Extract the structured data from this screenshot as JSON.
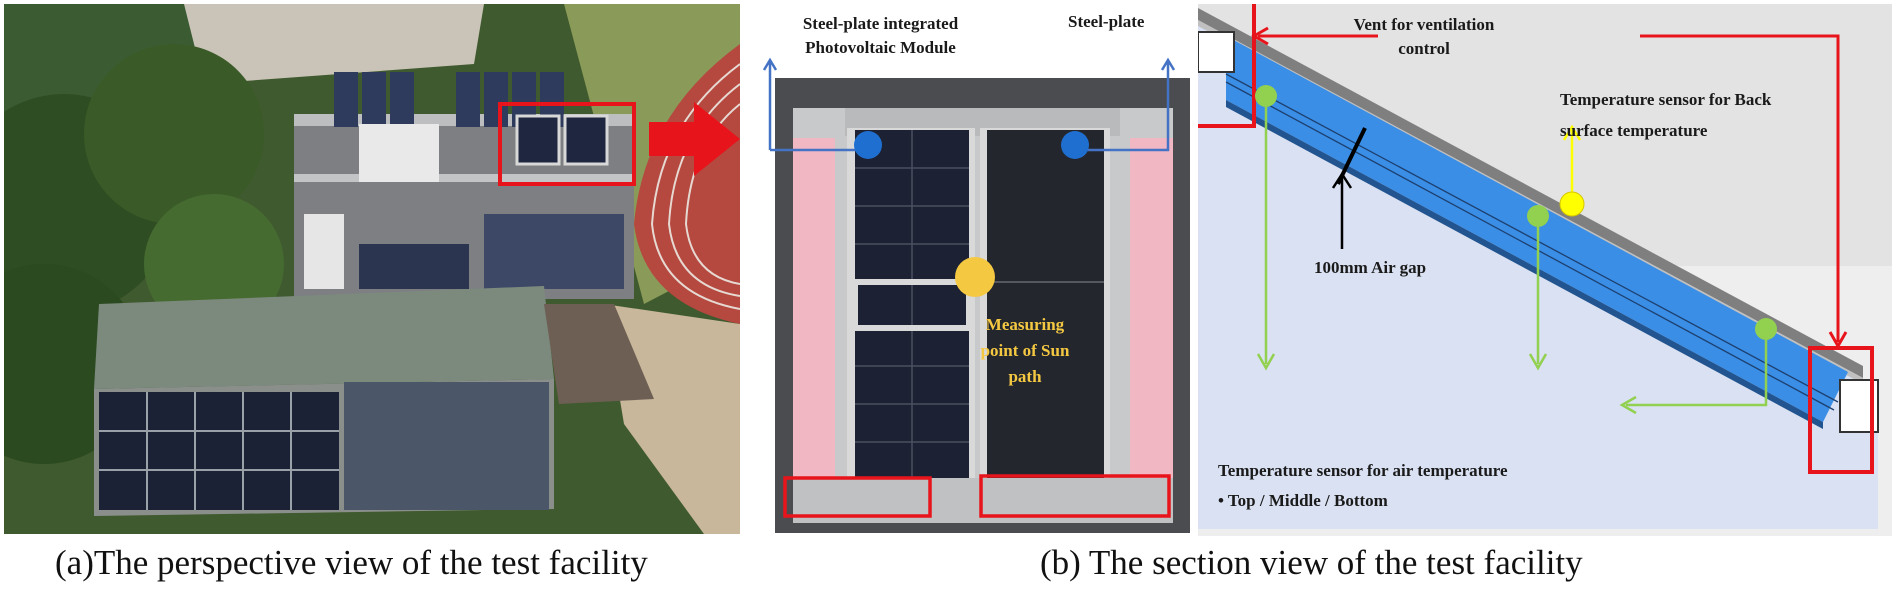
{
  "figure": {
    "caption_a": "(a)The perspective view of the test facility",
    "caption_b": "(b) The section view of the test facility"
  },
  "photo_panel": {
    "label_module_line1": "Steel-plate integrated",
    "label_module_line2": "Photovoltaic Module",
    "label_steel_plate": "Steel-plate",
    "label_measuring_line1": "Measuring",
    "label_measuring_line2": "point of Sun",
    "label_measuring_line3": "path"
  },
  "section_panel": {
    "label_vent_line1": "Vent for ventilation",
    "label_vent_line2": "control",
    "label_back_sensor_line1": "Temperature  sensor for Back",
    "label_back_sensor_line2": "surface temperature",
    "label_air_gap": "100mm Air gap",
    "label_air_sensor": "Temperature  sensor for air temperature",
    "label_air_sensor_positions": "•  Top  / Middle / Bottom"
  },
  "colors": {
    "highlight_red": "#e8141b",
    "steel_blue": "#4472c4",
    "sensor_green": "#92d050",
    "sensor_yellow": "#ffff00",
    "sun_point": "#f5c842",
    "air_gap_blue": "#3a8ee6",
    "section_bg": "#d9e1f2"
  }
}
